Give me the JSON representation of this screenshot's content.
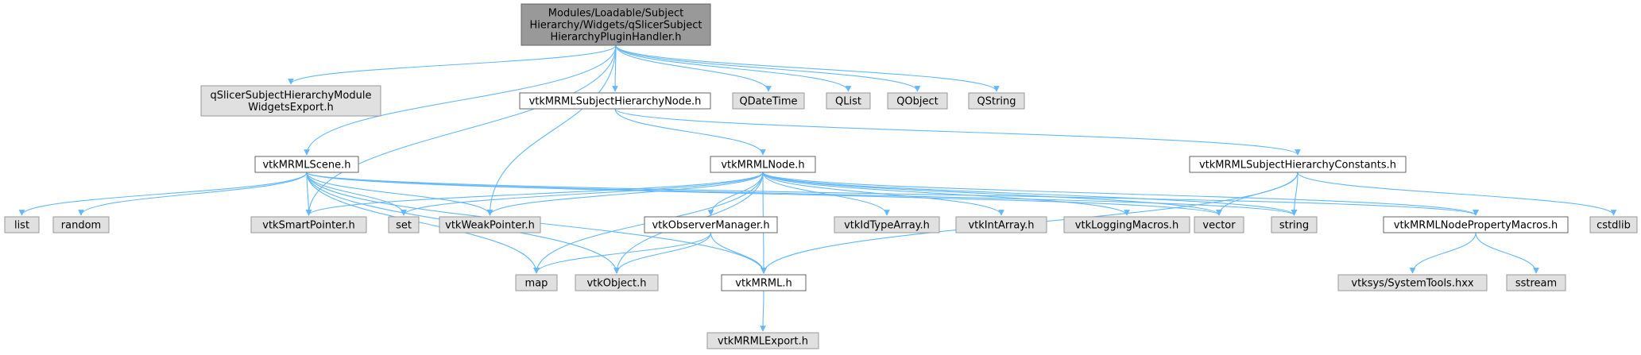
{
  "colors": {
    "edge": "#63b8ff",
    "root_fill": "#999999",
    "root_stroke": "#666666",
    "documented_fill": "#ffffff",
    "documented_stroke": "#666666",
    "external_fill": "#e0e0e0",
    "external_stroke": "#999999"
  },
  "nodes": {
    "root": {
      "lines": [
        "Modules/Loadable/Subject",
        "Hierarchy/Widgets/qSlicerSubject",
        "HierarchyPluginHandler.h"
      ],
      "kind": "root"
    },
    "qsshmwe": {
      "lines": [
        "qSlicerSubjectHierarchyModule",
        "WidgetsExport.h"
      ],
      "kind": "external"
    },
    "scene": {
      "lines": [
        "vtkMRMLScene.h"
      ],
      "kind": "documented"
    },
    "shnode": {
      "lines": [
        "vtkMRMLSubjectHierarchyNode.h"
      ],
      "kind": "documented"
    },
    "qdatetime": {
      "lines": [
        "QDateTime"
      ],
      "kind": "external"
    },
    "qlist": {
      "lines": [
        "QList"
      ],
      "kind": "external"
    },
    "qobject": {
      "lines": [
        "QObject"
      ],
      "kind": "external"
    },
    "qstring": {
      "lines": [
        "QString"
      ],
      "kind": "external"
    },
    "mrmlnode": {
      "lines": [
        "vtkMRMLNode.h"
      ],
      "kind": "documented"
    },
    "shconst": {
      "lines": [
        "vtkMRMLSubjectHierarchyConstants.h"
      ],
      "kind": "documented"
    },
    "list": {
      "lines": [
        "list"
      ],
      "kind": "external"
    },
    "random": {
      "lines": [
        "random"
      ],
      "kind": "external"
    },
    "smartptr": {
      "lines": [
        "vtkSmartPointer.h"
      ],
      "kind": "external"
    },
    "set": {
      "lines": [
        "set"
      ],
      "kind": "external"
    },
    "weakptr": {
      "lines": [
        "vtkWeakPointer.h"
      ],
      "kind": "external"
    },
    "obsmgr": {
      "lines": [
        "vtkObserverManager.h"
      ],
      "kind": "documented"
    },
    "idtype": {
      "lines": [
        "vtkIdTypeArray.h"
      ],
      "kind": "external"
    },
    "intarray": {
      "lines": [
        "vtkIntArray.h"
      ],
      "kind": "external"
    },
    "logging": {
      "lines": [
        "vtkLoggingMacros.h"
      ],
      "kind": "external"
    },
    "vector": {
      "lines": [
        "vector"
      ],
      "kind": "external"
    },
    "string": {
      "lines": [
        "string"
      ],
      "kind": "external"
    },
    "propmacros": {
      "lines": [
        "vtkMRMLNodePropertyMacros.h"
      ],
      "kind": "documented"
    },
    "cstdlib": {
      "lines": [
        "cstdlib"
      ],
      "kind": "external"
    },
    "map": {
      "lines": [
        "map"
      ],
      "kind": "external"
    },
    "vtkobject": {
      "lines": [
        "vtkObject.h"
      ],
      "kind": "external"
    },
    "vtkmrml": {
      "lines": [
        "vtkMRML.h"
      ],
      "kind": "documented"
    },
    "systools": {
      "lines": [
        "vtksys/SystemTools.hxx"
      ],
      "kind": "external"
    },
    "sstream": {
      "lines": [
        "sstream"
      ],
      "kind": "external"
    },
    "mrmlexport": {
      "lines": [
        "vtkMRMLExport.h"
      ],
      "kind": "external"
    }
  },
  "edges": [
    [
      "root",
      "qsshmwe"
    ],
    [
      "root",
      "scene"
    ],
    [
      "root",
      "shnode"
    ],
    [
      "root",
      "qdatetime"
    ],
    [
      "root",
      "qlist"
    ],
    [
      "root",
      "qobject"
    ],
    [
      "root",
      "qstring"
    ],
    [
      "root",
      "smartptr"
    ],
    [
      "root",
      "weakptr"
    ],
    [
      "shnode",
      "mrmlnode"
    ],
    [
      "shnode",
      "shconst"
    ],
    [
      "scene",
      "list"
    ],
    [
      "scene",
      "random"
    ],
    [
      "scene",
      "smartptr"
    ],
    [
      "scene",
      "set"
    ],
    [
      "scene",
      "weakptr"
    ],
    [
      "scene",
      "map"
    ],
    [
      "scene",
      "vtkobject"
    ],
    [
      "scene",
      "vtkmrml"
    ],
    [
      "scene",
      "vector"
    ],
    [
      "scene",
      "string"
    ],
    [
      "scene",
      "propmacros"
    ],
    [
      "mrmlnode",
      "smartptr"
    ],
    [
      "mrmlnode",
      "set"
    ],
    [
      "mrmlnode",
      "weakptr"
    ],
    [
      "mrmlnode",
      "map"
    ],
    [
      "mrmlnode",
      "vtkobject"
    ],
    [
      "mrmlnode",
      "obsmgr"
    ],
    [
      "mrmlnode",
      "vtkmrml"
    ],
    [
      "mrmlnode",
      "idtype"
    ],
    [
      "mrmlnode",
      "intarray"
    ],
    [
      "mrmlnode",
      "logging"
    ],
    [
      "mrmlnode",
      "vector"
    ],
    [
      "mrmlnode",
      "string"
    ],
    [
      "mrmlnode",
      "propmacros"
    ],
    [
      "obsmgr",
      "map"
    ],
    [
      "obsmgr",
      "vtkobject"
    ],
    [
      "obsmgr",
      "vtkmrml"
    ],
    [
      "shconst",
      "vector"
    ],
    [
      "shconst",
      "string"
    ],
    [
      "shconst",
      "cstdlib"
    ],
    [
      "shconst",
      "vtkmrml"
    ],
    [
      "vtkmrml",
      "mrmlexport"
    ],
    [
      "propmacros",
      "systools"
    ],
    [
      "propmacros",
      "sstream"
    ]
  ]
}
